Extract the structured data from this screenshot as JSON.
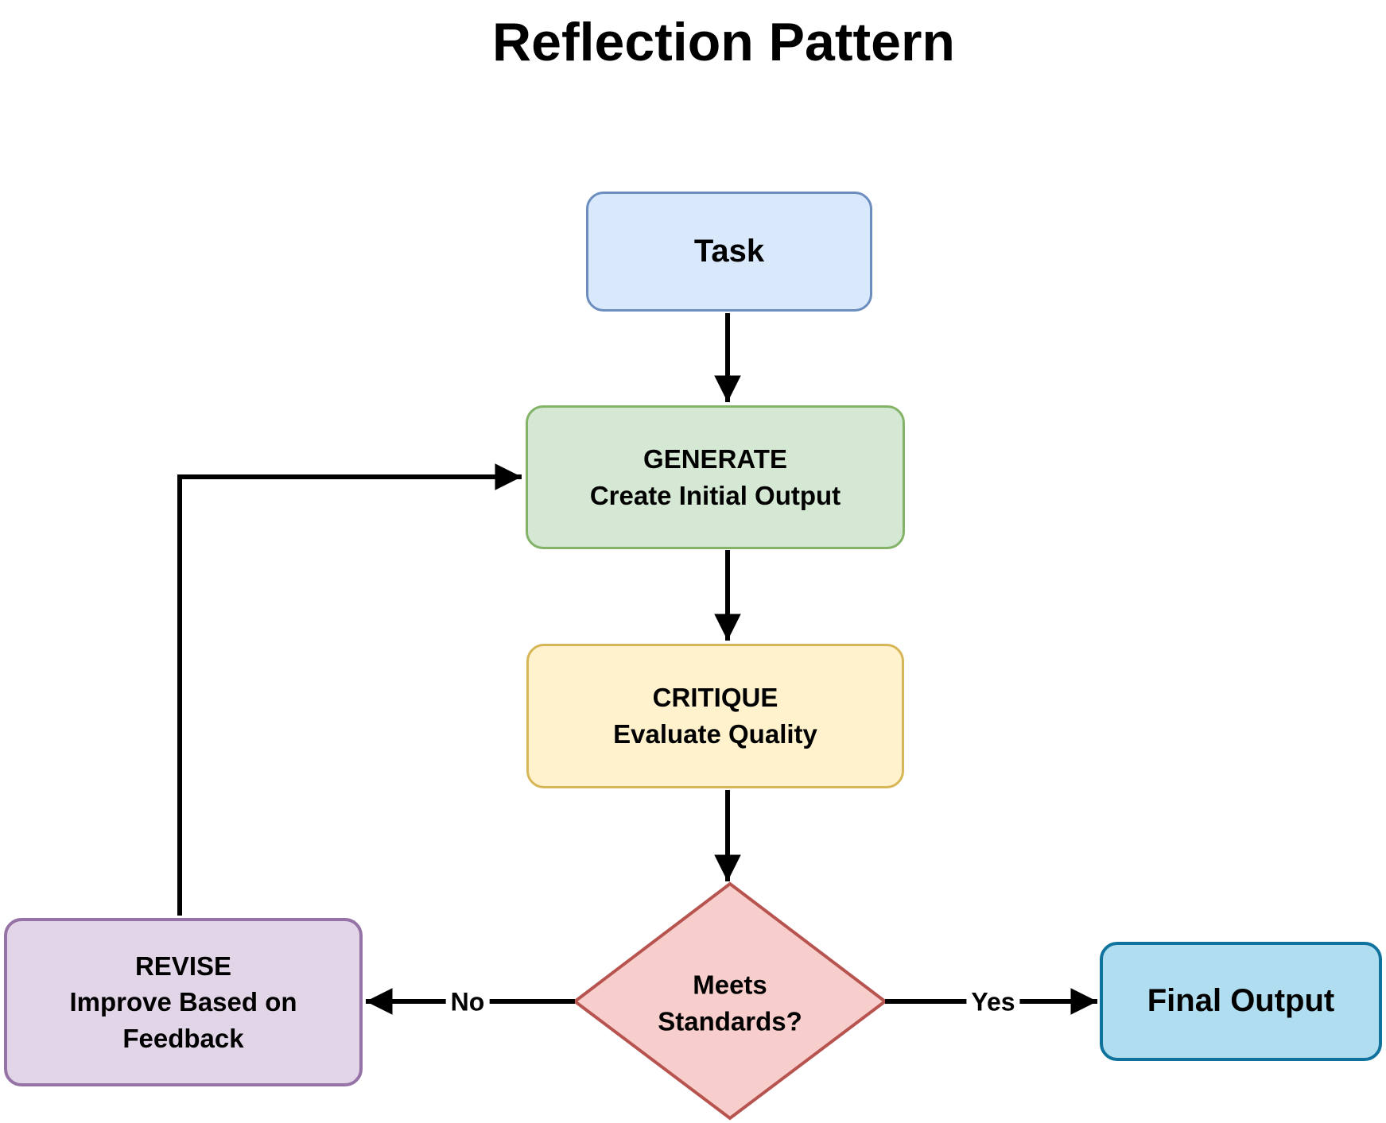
{
  "title": "Reflection Pattern",
  "nodes": {
    "task": {
      "label": "Task",
      "fill": "#dae8fc",
      "border": "#6c8ebf"
    },
    "generate": {
      "title": "GENERATE",
      "subtitle": "Create Initial Output",
      "fill": "#d5e8d4",
      "border": "#82b366"
    },
    "critique": {
      "title": "CRITIQUE",
      "subtitle": "Evaluate Quality",
      "fill": "#fff2cc",
      "border": "#d6b656"
    },
    "decision": {
      "line1": "Meets",
      "line2": "Standards?",
      "fill": "#f8cecc",
      "border": "#b85450"
    },
    "revise": {
      "title": "REVISE",
      "subtitle": "Improve Based on Feedback",
      "fill": "#e1d5e7",
      "border": "#9673a6"
    },
    "final": {
      "label": "Final Output",
      "fill": "#b1ddf0",
      "border": "#10739e"
    }
  },
  "edges": {
    "no_label": "No",
    "yes_label": "Yes"
  },
  "colors": {
    "arrow": "#000000",
    "background": "#ffffff",
    "text": "#000000"
  }
}
